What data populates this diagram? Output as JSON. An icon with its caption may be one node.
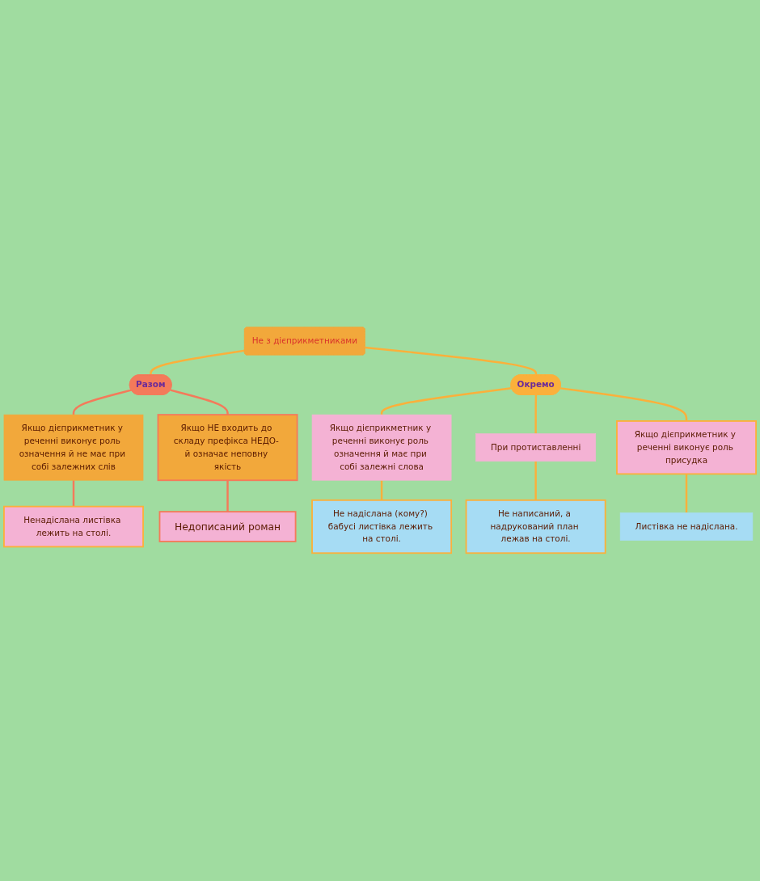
{
  "diagram": {
    "nodes": [
      {
        "text": [
          "Не з дієприкметниками"
        ]
      },
      {
        "text": [
          "Разом"
        ]
      },
      {
        "text": [
          "Окремо"
        ]
      },
      {
        "text": [
          "Якщо дієприкметник у реченні виконує роль означення й не має при собі залежних слів"
        ]
      },
      {
        "text": [
          "Ненадіслана листівка лежить на столі."
        ]
      },
      {
        "text": [
          "Якщо НЕ входить до складу префікса НЕДО- й означає неповну якість"
        ]
      },
      {
        "text": [
          "Недописаний роман"
        ]
      },
      {
        "text": [
          "Якщо дієприкметник у реченні виконує роль означення й має при собі залежні слова"
        ]
      },
      {
        "text": [
          "Не надіслана (кому?) бабусі листівка лежить на столі."
        ]
      },
      {
        "text": [
          "При протиставленні"
        ]
      },
      {
        "text": [
          "Не написаний, а надрукований план лежав на столі."
        ]
      },
      {
        "text": [
          "Якщо дієприкметник у реченні виконує роль присудка"
        ]
      },
      {
        "text": [
          "Листівка не надіслана."
        ]
      }
    ],
    "edges": [
      {
        "from": 0,
        "to": 1,
        "arrow": "none"
      },
      {
        "from": 0,
        "to": 2,
        "arrow": "none"
      },
      {
        "from": 1,
        "to": 3,
        "arrow": "none",
        "color": "#f47a5a"
      },
      {
        "from": 3,
        "to": 4,
        "arrow": "none",
        "color": "#f47a5a"
      },
      {
        "from": 1,
        "to": 5,
        "arrow": "none",
        "color": "#f47a5a"
      },
      {
        "from": 5,
        "to": 6,
        "arrow": "none",
        "color": "#f47a5a"
      },
      {
        "from": 2,
        "to": 7,
        "arrow": "none"
      },
      {
        "from": 7,
        "to": 8,
        "arrow": "none"
      },
      {
        "from": 2,
        "to": 9,
        "arrow": "none"
      },
      {
        "from": 9,
        "to": 10,
        "arrow": "none"
      },
      {
        "from": 2,
        "to": 11,
        "arrow": "none"
      },
      {
        "from": 11,
        "to": 12,
        "arrow": "none"
      }
    ]
  }
}
